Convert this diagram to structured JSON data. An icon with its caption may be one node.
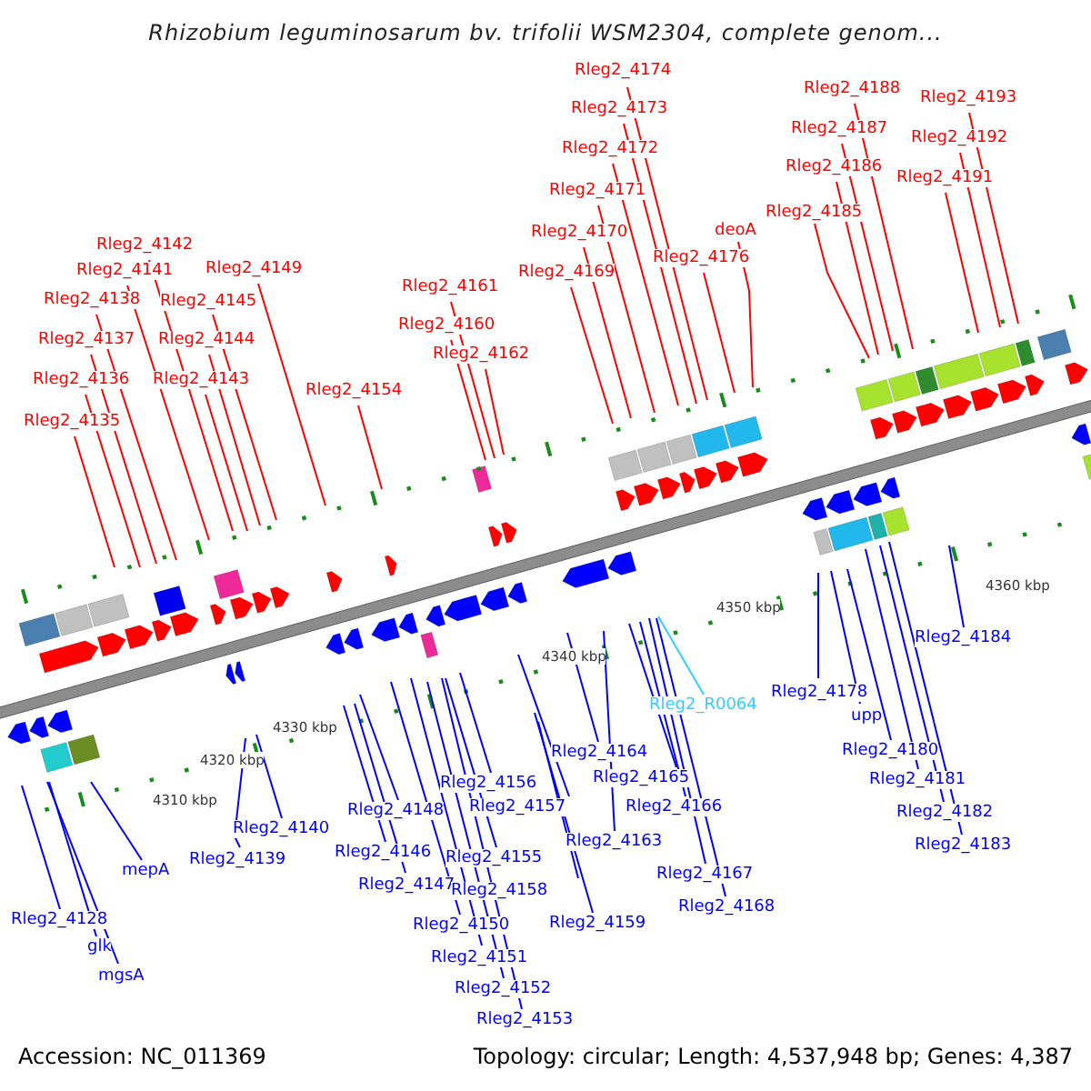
{
  "diagram": {
    "title": "Rhizobium leguminosarum bv. trifolii WSM2304, complete genom...",
    "nodes": [
      {
        "text": [
          "Rleg2_4135"
        ]
      },
      {
        "text": [
          "Rleg2_4136"
        ]
      },
      {
        "text": [
          "Rleg2_4137"
        ]
      },
      {
        "text": [
          "Rleg2_4138"
        ]
      },
      {
        "text": [
          "Rleg2_4141"
        ]
      },
      {
        "text": [
          "Rleg2_4142"
        ]
      },
      {
        "text": [
          "Rleg2_4143"
        ]
      },
      {
        "text": [
          "Rleg2_4144"
        ]
      },
      {
        "text": [
          "Rleg2_4145"
        ]
      },
      {
        "text": [
          "Rleg2_4149"
        ]
      },
      {
        "text": [
          "Rleg2_4154"
        ]
      },
      {
        "text": [
          "Rleg2_4160"
        ]
      },
      {
        "text": [
          "Rleg2_4161"
        ]
      },
      {
        "text": [
          "Rleg2_4162"
        ]
      },
      {
        "text": [
          "Rleg2_4169"
        ]
      },
      {
        "text": [
          "Rleg2_4170"
        ]
      },
      {
        "text": [
          "Rleg2_4171"
        ]
      },
      {
        "text": [
          "Rleg2_4172"
        ]
      },
      {
        "text": [
          "Rleg2_4173"
        ]
      },
      {
        "text": [
          "Rleg2_4174"
        ]
      },
      {
        "text": [
          "Rleg2_4176"
        ]
      },
      {
        "text": [
          "deoA"
        ]
      },
      {
        "text": [
          "Rleg2_4185"
        ]
      },
      {
        "text": [
          "Rleg2_4186"
        ]
      },
      {
        "text": [
          "Rleg2_4187"
        ]
      },
      {
        "text": [
          "Rleg2_4188"
        ]
      },
      {
        "text": [
          "Rleg2_4191"
        ]
      },
      {
        "text": [
          "Rleg2_4192"
        ]
      },
      {
        "text": [
          "Rleg2_4193"
        ]
      },
      {
        "text": [
          "Rleg2_4128"
        ]
      },
      {
        "text": [
          "glk"
        ]
      },
      {
        "text": [
          "mgsA"
        ]
      },
      {
        "text": [
          "mepA"
        ]
      },
      {
        "text": [
          "Rleg2_4139"
        ]
      },
      {
        "text": [
          "Rleg2_4140"
        ]
      },
      {
        "text": [
          "Rleg2_4146"
        ]
      },
      {
        "text": [
          "Rleg2_4147"
        ]
      },
      {
        "text": [
          "Rleg2_4148"
        ]
      },
      {
        "text": [
          "Rleg2_4150"
        ]
      },
      {
        "text": [
          "Rleg2_4151"
        ]
      },
      {
        "text": [
          "Rleg2_4152"
        ]
      },
      {
        "text": [
          "Rleg2_4153"
        ]
      },
      {
        "text": [
          "Rleg2_4155"
        ]
      },
      {
        "text": [
          "Rleg2_4156"
        ]
      },
      {
        "text": [
          "Rleg2_4157"
        ]
      },
      {
        "text": [
          "Rleg2_4158"
        ]
      },
      {
        "text": [
          "Rleg2_4159"
        ]
      },
      {
        "text": [
          "Rleg2_4163"
        ]
      },
      {
        "text": [
          "Rleg2_4164"
        ]
      },
      {
        "text": [
          "Rleg2_4165"
        ]
      },
      {
        "text": [
          "Rleg2_4166"
        ]
      },
      {
        "text": [
          "Rleg2_4167"
        ]
      },
      {
        "text": [
          "Rleg2_4168"
        ]
      },
      {
        "text": [
          "Rleg2_R0064"
        ]
      },
      {
        "text": [
          "Rleg2_4178"
        ]
      },
      {
        "text": [
          "upp"
        ]
      },
      {
        "text": [
          "Rleg2_4180"
        ]
      },
      {
        "text": [
          "Rleg2_4181"
        ]
      },
      {
        "text": [
          "Rleg2_4182"
        ]
      },
      {
        "text": [
          "Rleg2_4183"
        ]
      },
      {
        "text": [
          "Rleg2_4184"
        ]
      }
    ],
    "edges": [
      {
        "from": 0,
        "to": null,
        "arrow": "none",
        "color": "#ff0000"
      },
      {
        "from": 1,
        "to": null,
        "arrow": "none",
        "color": "#ff0000"
      },
      {
        "from": 2,
        "to": null,
        "arrow": "none",
        "color": "#ff0000"
      },
      {
        "from": 3,
        "to": null,
        "arrow": "none",
        "color": "#ff0000"
      },
      {
        "from": 4,
        "to": null,
        "arrow": "none",
        "color": "#ff0000"
      },
      {
        "from": 5,
        "to": null,
        "arrow": "none",
        "color": "#ff0000"
      },
      {
        "from": 6,
        "to": null,
        "arrow": "none",
        "color": "#ff0000"
      },
      {
        "from": 7,
        "to": null,
        "arrow": "none",
        "color": "#ff0000"
      },
      {
        "from": 8,
        "to": null,
        "arrow": "none",
        "color": "#ff0000"
      },
      {
        "from": 9,
        "to": null,
        "arrow": "none",
        "color": "#ff0000"
      },
      {
        "from": 10,
        "to": null,
        "arrow": "none",
        "color": "#ff0000"
      },
      {
        "from": 11,
        "to": null,
        "arrow": "none",
        "color": "#ff0000"
      },
      {
        "from": 12,
        "to": null,
        "arrow": "none",
        "color": "#ff0000"
      },
      {
        "from": 13,
        "to": null,
        "arrow": "none",
        "color": "#ff0000"
      },
      {
        "from": 14,
        "to": null,
        "arrow": "none",
        "color": "#ff0000"
      },
      {
        "from": 15,
        "to": null,
        "arrow": "none",
        "color": "#ff0000"
      },
      {
        "from": 16,
        "to": null,
        "arrow": "none",
        "color": "#ff0000"
      },
      {
        "from": 17,
        "to": null,
        "arrow": "none",
        "color": "#ff0000"
      },
      {
        "from": 18,
        "to": null,
        "arrow": "none",
        "color": "#ff0000"
      },
      {
        "from": 19,
        "to": null,
        "arrow": "none",
        "color": "#ff0000"
      },
      {
        "from": 20,
        "to": null,
        "arrow": "none",
        "color": "#ff0000"
      },
      {
        "from": 21,
        "to": null,
        "arrow": "none",
        "color": "#ff0000"
      },
      {
        "from": 22,
        "to": null,
        "arrow": "none",
        "color": "#ff0000"
      },
      {
        "from": 23,
        "to": null,
        "arrow": "none",
        "color": "#ff0000"
      },
      {
        "from": 24,
        "to": null,
        "arrow": "none",
        "color": "#ff0000"
      },
      {
        "from": 25,
        "to": null,
        "arrow": "none",
        "color": "#ff0000"
      },
      {
        "from": 26,
        "to": null,
        "arrow": "none",
        "color": "#ff0000"
      },
      {
        "from": 27,
        "to": null,
        "arrow": "none",
        "color": "#ff0000"
      },
      {
        "from": 28,
        "to": null,
        "arrow": "none",
        "color": "#ff0000"
      },
      {
        "from": 29,
        "to": null,
        "arrow": "none"
      },
      {
        "from": 30,
        "to": null,
        "arrow": "none"
      },
      {
        "from": 31,
        "to": null,
        "arrow": "none"
      },
      {
        "from": 32,
        "to": null,
        "arrow": "none"
      },
      {
        "from": 33,
        "to": null,
        "arrow": "none"
      },
      {
        "from": 34,
        "to": null,
        "arrow": "none"
      },
      {
        "from": 35,
        "to": null,
        "arrow": "none"
      },
      {
        "from": 36,
        "to": null,
        "arrow": "none"
      },
      {
        "from": 37,
        "to": null,
        "arrow": "none"
      },
      {
        "from": 38,
        "to": null,
        "arrow": "none"
      },
      {
        "from": 39,
        "to": null,
        "arrow": "none"
      },
      {
        "from": 40,
        "to": null,
        "arrow": "none"
      },
      {
        "from": 41,
        "to": null,
        "arrow": "none"
      },
      {
        "from": 42,
        "to": null,
        "arrow": "none"
      },
      {
        "from": 43,
        "to": null,
        "arrow": "none"
      },
      {
        "from": 44,
        "to": null,
        "arrow": "none"
      },
      {
        "from": 45,
        "to": null,
        "arrow": "none"
      },
      {
        "from": 46,
        "to": null,
        "arrow": "none"
      },
      {
        "from": 47,
        "to": null,
        "arrow": "none"
      },
      {
        "from": 48,
        "to": null,
        "arrow": "none"
      },
      {
        "from": 49,
        "to": null,
        "arrow": "none"
      },
      {
        "from": 50,
        "to": null,
        "arrow": "none"
      },
      {
        "from": 51,
        "to": null,
        "arrow": "none"
      },
      {
        "from": 52,
        "to": null,
        "arrow": "none"
      },
      {
        "from": 53,
        "to": null,
        "arrow": "none",
        "color": "#33ccff"
      },
      {
        "from": 54,
        "to": null,
        "arrow": "none"
      },
      {
        "from": 55,
        "to": null,
        "arrow": "none"
      },
      {
        "from": 56,
        "to": null,
        "arrow": "none"
      },
      {
        "from": 57,
        "to": null,
        "arrow": "none"
      },
      {
        "from": 58,
        "to": null,
        "arrow": "none"
      },
      {
        "from": 59,
        "to": null,
        "arrow": "none"
      },
      {
        "from": 60,
        "to": null,
        "arrow": "none"
      }
    ],
    "labels": [
      "4310 kbp",
      "4320 kbp",
      "4330 kbp",
      "4340 kbp",
      "4350 kbp",
      "4360 kbp",
      "Accession: NC_011369",
      "Topology: circular; Length: 4,537,948 bp; Genes: 4,387"
    ]
  }
}
